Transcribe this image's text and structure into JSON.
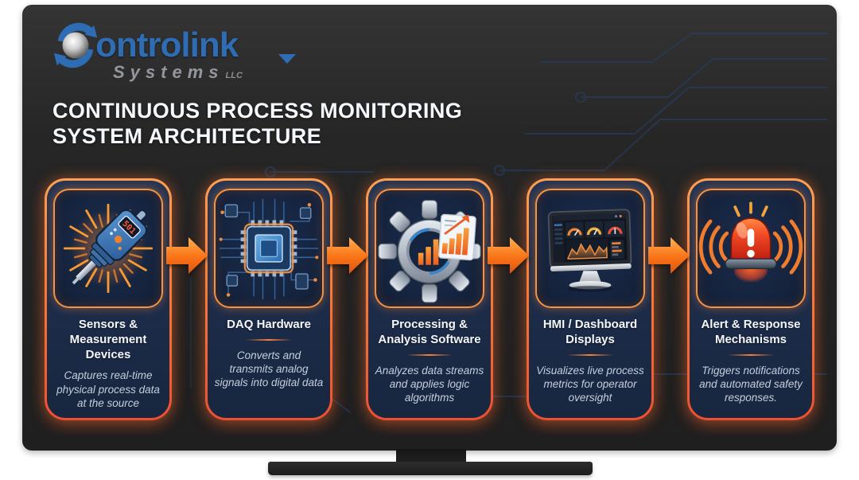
{
  "logo": {
    "brand": "Controlink",
    "brand_display_rest": "ontrolink",
    "subbrand": "Systems",
    "suffix": "LLC"
  },
  "title": {
    "line1": "CONTINUOUS PROCESS MONITORING",
    "line2": "SYSTEM ARCHITECTURE"
  },
  "cards": [
    {
      "icon": "sensor-probe-icon",
      "title": "Sensors & Measurement Devices",
      "description": "Captures real-time physical process data at the source",
      "sensor_reading": "501"
    },
    {
      "icon": "microchip-icon",
      "title": "DAQ Hardware",
      "description": "Converts and transmits analog signals into digital data"
    },
    {
      "icon": "gear-chart-icon",
      "title": "Processing & Analysis Software",
      "description": "Analyzes data streams and applies logic algorithms"
    },
    {
      "icon": "dashboard-monitor-icon",
      "title": "HMI / Dashboard Displays",
      "description": "Visualizes live process metrics for operator oversight"
    },
    {
      "icon": "alarm-siren-icon",
      "title": "Alert & Response Mechanisms",
      "description": "Triggers notifications and automated safety responses."
    }
  ],
  "colors": {
    "accent_orange": "#f97b2c",
    "border_red_orange": "#ef4f31",
    "screen_navy": "#15243f",
    "card_navy": "#1c2c49",
    "logo_blue": "#2e6cb4",
    "logo_gray": "#94979e",
    "title_white": "#f5f8fc",
    "subtitle_gray": "#c4cedd"
  }
}
